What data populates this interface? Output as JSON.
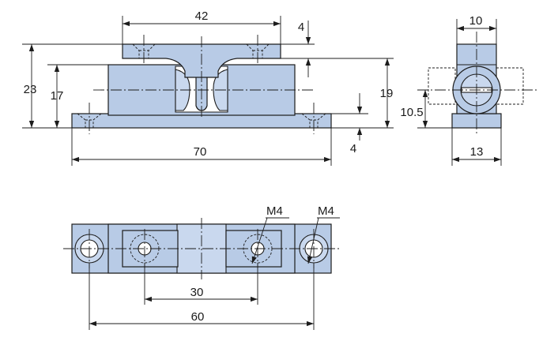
{
  "drawing": {
    "views": [
      "front-view",
      "side-view",
      "top-view"
    ],
    "dimensions": {
      "top_width": "42",
      "top_thickness": "4",
      "overall_height": "23",
      "body_height": "17",
      "height_right": "19",
      "base_thickness": "4",
      "overall_length": "70",
      "side_top_width": "10",
      "side_center_height": "10.5",
      "side_base_width": "13",
      "thread_left": "M4",
      "thread_right": "M4",
      "inner_hole_spacing": "30",
      "outer_hole_spacing": "60"
    },
    "colors": {
      "part_fill": "#b8cbe6",
      "line": "#1c1c1c",
      "background": "#ffffff"
    }
  }
}
